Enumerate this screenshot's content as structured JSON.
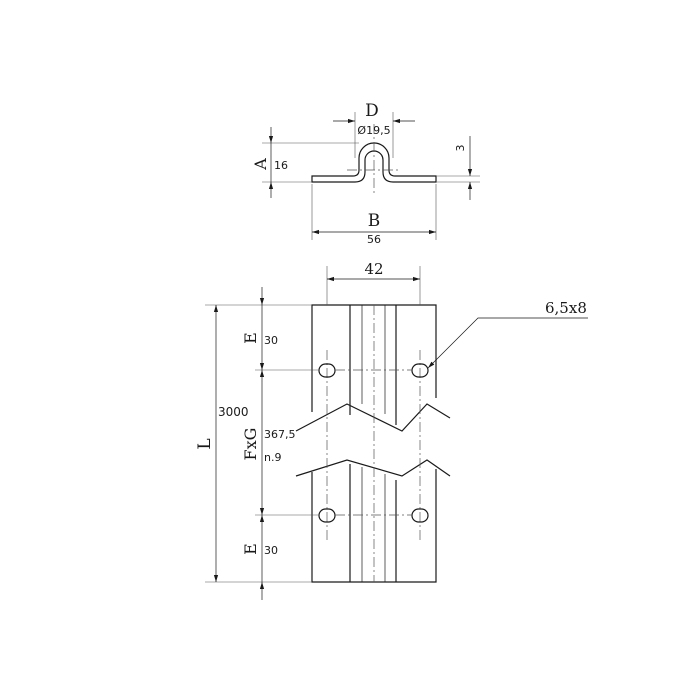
{
  "profile_view": {
    "d_label": "D",
    "d_value": "Ø19,5",
    "a_label": "A",
    "a_value": "16",
    "thickness_value": "3",
    "b_label": "B",
    "b_value": "56"
  },
  "front_view": {
    "width_value": "42",
    "slot_size": "6,5x8",
    "e_label_top": "E",
    "e_value_top": "30",
    "length_label": "L",
    "length_value": "3000",
    "fxg_label": "FxG",
    "fxg_value": "367,5",
    "fxg_count": "n.9",
    "e_label_bottom": "E",
    "e_value_bottom": "30"
  }
}
